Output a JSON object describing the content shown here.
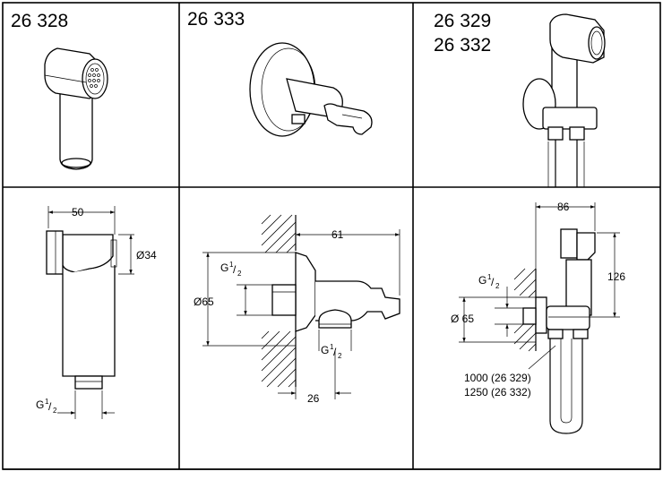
{
  "panels": {
    "p1": {
      "codes": [
        "26 328"
      ]
    },
    "p2": {
      "codes": [
        "26 333"
      ]
    },
    "p3": {
      "codes": [
        "26 329",
        "26 332"
      ]
    }
  },
  "dims": {
    "d1_width": "50",
    "d1_diameter": "Ø34",
    "d1_thread_g": "G",
    "d1_thread_num": "1",
    "d1_thread_den": "2",
    "d2_length": "61",
    "d2_diameter": "Ø65",
    "d2_thread_top_g": "G",
    "d2_thread_top_num": "1",
    "d2_thread_top_den": "2",
    "d2_thread_bottom_g": "G",
    "d2_thread_bottom_num": "1",
    "d2_thread_bottom_den": "2",
    "d2_offset": "26",
    "d3_width": "86",
    "d3_height": "126",
    "d3_diameter": "Ø 65",
    "d3_thread_g": "G",
    "d3_thread_num": "1",
    "d3_thread_den": "2",
    "d3_hose_1": "1000 (26 329)",
    "d3_hose_2": "1250 (26 332)"
  }
}
